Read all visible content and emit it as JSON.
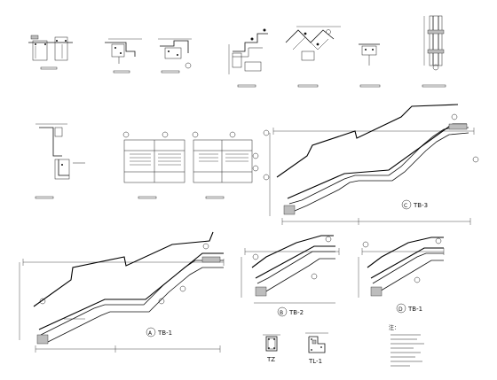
{
  "drawing": {
    "labels": {
      "tb1": "TB-1",
      "tb2": "TB-2",
      "tb3": "TB-3",
      "tb_other": "TB-1",
      "tz": "TZ",
      "tl1": "TL-1",
      "mark_a": "A",
      "mark_b": "B",
      "mark_c": "C",
      "mark_d": "D"
    },
    "notes_heading": "注："
  }
}
